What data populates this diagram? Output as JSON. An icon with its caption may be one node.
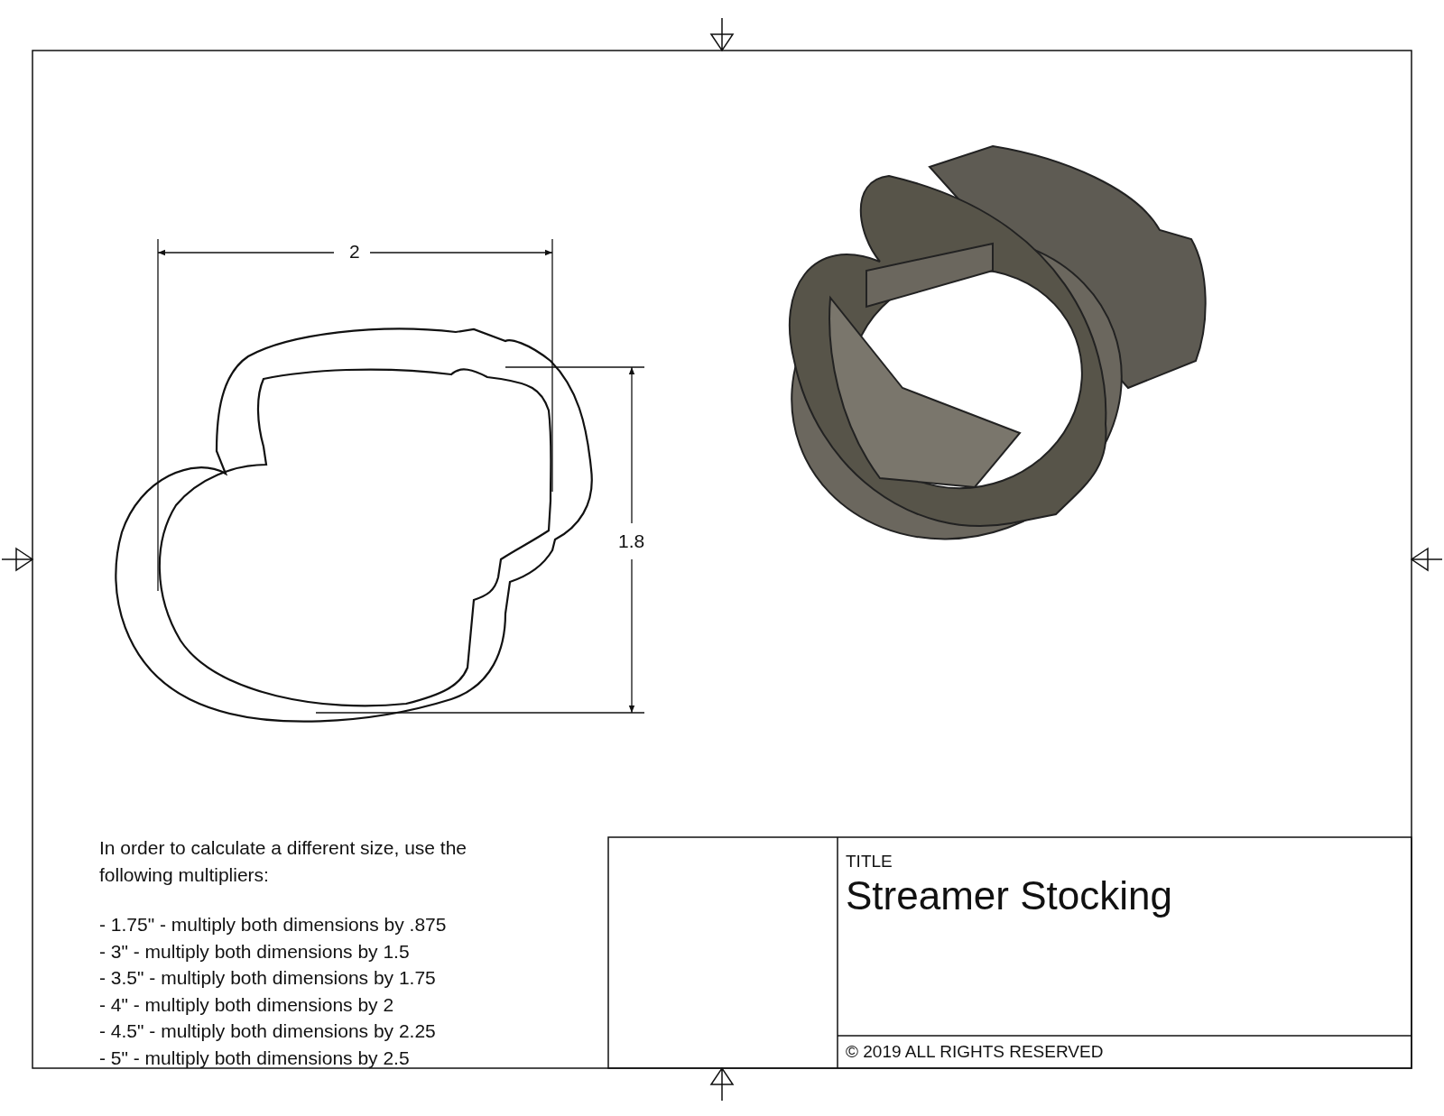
{
  "diagram": {
    "title": "Streamer Stocking",
    "labels": [
      "2",
      "1.8",
      "In order to calculate a different size, use the following multipliers:",
      "- 1.75\" - multiply both dimensions by .875",
      "- 3\" - multiply both dimensions by 1.5",
      "- 3.5\" - multiply both dimensions by 1.75",
      "- 4\" - multiply both dimensions by 2",
      "- 4.5\" - multiply both dimensions by 2.25",
      "- 5\" - multiply both dimensions by 2.5",
      "TITLE",
      "© 2019 ALL RIGHTS RESERVED"
    ]
  }
}
